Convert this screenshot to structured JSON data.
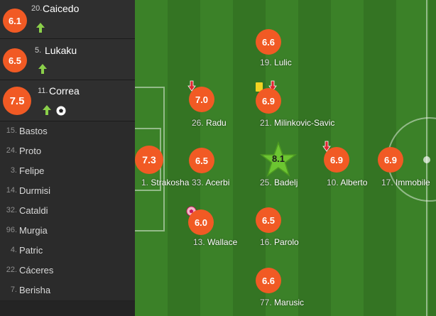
{
  "colors": {
    "rating_bg": "#f15a24",
    "sub_in": "#8bd04a",
    "sub_out": "#e0242f",
    "star": "#6cc531",
    "yellow_card": "#f3d221"
  },
  "substitutes_used": [
    {
      "number": "20.",
      "name": "Caicedo",
      "rating": "6.1",
      "icons": [
        "sub-in-arrow-icon"
      ]
    },
    {
      "number": "5.",
      "name": "Lukaku",
      "rating": "6.5",
      "icons": [
        "sub-in-arrow-icon"
      ]
    },
    {
      "number": "11.",
      "name": "Correa",
      "rating": "7.5",
      "icons": [
        "sub-in-arrow-icon",
        "football-goal-icon"
      ]
    }
  ],
  "bench": [
    {
      "number": "15.",
      "name": "Bastos"
    },
    {
      "number": "24.",
      "name": "Proto"
    },
    {
      "number": "3.",
      "name": "Felipe"
    },
    {
      "number": "14.",
      "name": "Durmisi"
    },
    {
      "number": "32.",
      "name": "Cataldi"
    },
    {
      "number": "96.",
      "name": "Murgia"
    },
    {
      "number": "4.",
      "name": "Patric"
    },
    {
      "number": "22.",
      "name": "Cáceres"
    },
    {
      "number": "7.",
      "name": "Berisha"
    }
  ],
  "lineup": {
    "strakosha": {
      "number": "1.",
      "name": "Strakosha",
      "rating": "7.3"
    },
    "radu": {
      "number": "26.",
      "name": "Radu",
      "rating": "7.0",
      "icons": [
        "sub-out-arrow-icon"
      ]
    },
    "acerbi": {
      "number": "33.",
      "name": "Acerbi",
      "rating": "6.5"
    },
    "wallace": {
      "number": "13.",
      "name": "Wallace",
      "rating": "6.0",
      "icons": [
        "own-goal-ball-icon"
      ]
    },
    "lulic": {
      "number": "19.",
      "name": "Lulic",
      "rating": "6.6"
    },
    "milinkovic": {
      "number": "21.",
      "name": "Milinkovic-Savic",
      "rating": "6.9",
      "icons": [
        "yellow-card-icon",
        "sub-out-arrow-icon"
      ]
    },
    "badelj": {
      "number": "25.",
      "name": "Badelj",
      "rating": "8.1",
      "icons": [
        "man-of-the-match-star-icon"
      ]
    },
    "parolo": {
      "number": "16.",
      "name": "Parolo",
      "rating": "6.5"
    },
    "marusic": {
      "number": "77.",
      "name": "Marusic",
      "rating": "6.6"
    },
    "alberto": {
      "number": "10.",
      "name": "Alberto",
      "rating": "6.9",
      "icons": [
        "sub-out-arrow-icon"
      ]
    },
    "immobile": {
      "number": "17.",
      "name": "Immobile",
      "rating": "6.9"
    }
  }
}
